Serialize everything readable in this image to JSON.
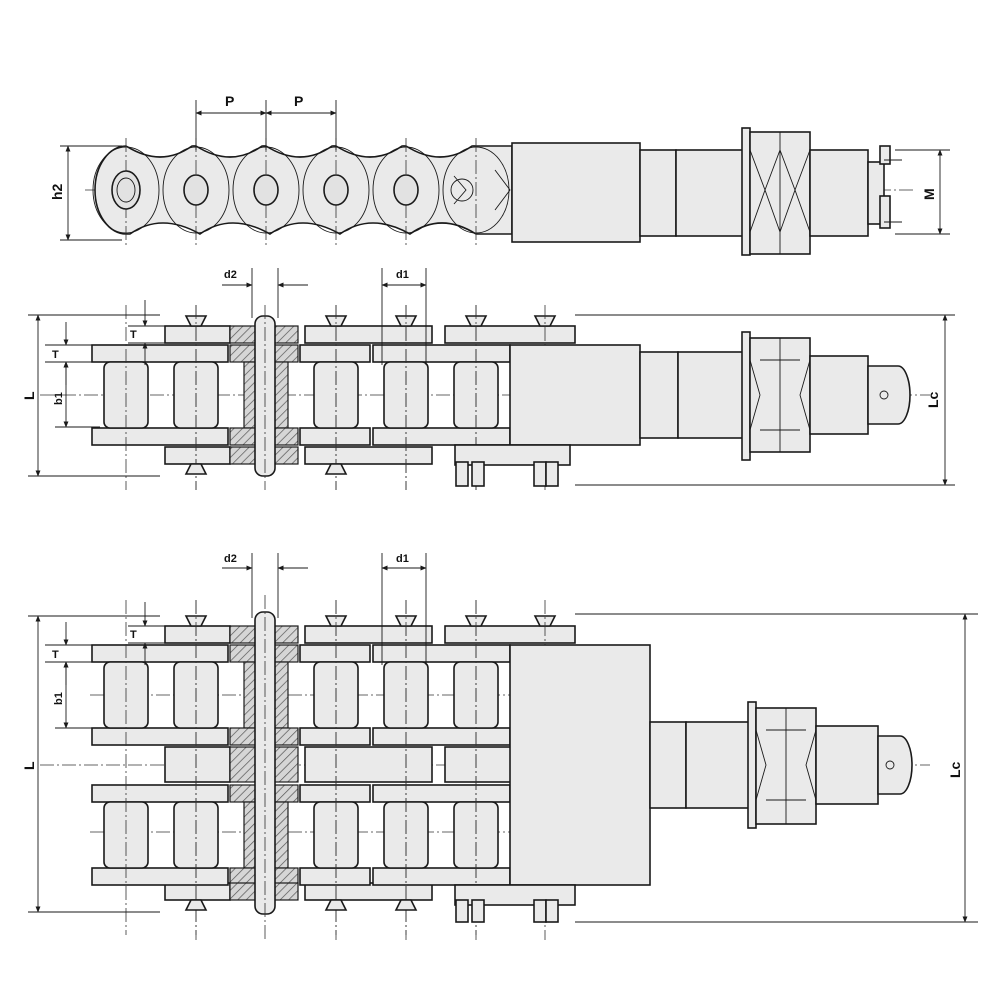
{
  "labels": {
    "pitch": "P",
    "plate_height": "h2",
    "thread": "M",
    "pin_diameter": "d2",
    "roller_diameter": "d1",
    "plate_thickness": "T",
    "inner_width": "b1",
    "length": "L",
    "bolt_length": "Lc"
  },
  "colors": {
    "line": "#1a1a1a",
    "fill": "#eaeaea",
    "hatch": "#555555"
  }
}
